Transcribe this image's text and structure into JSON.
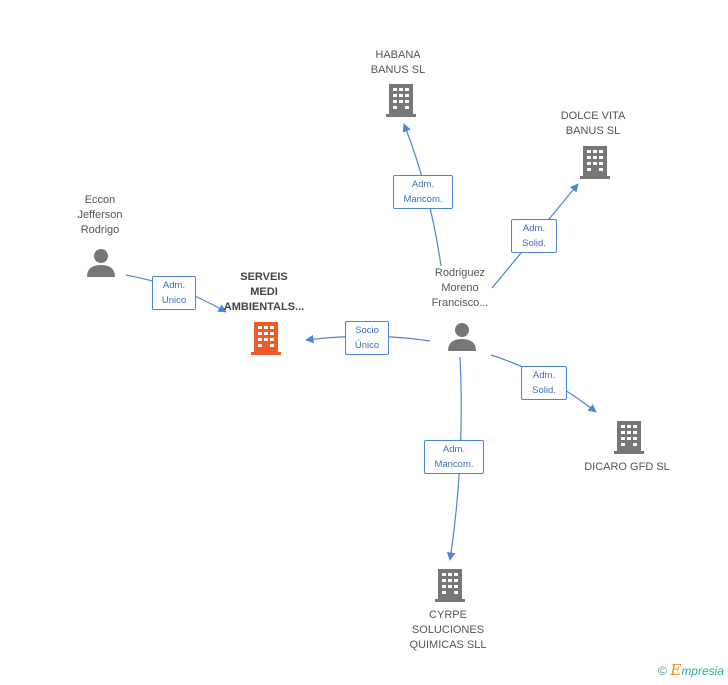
{
  "nodes": {
    "habana": {
      "label": "HABANA\nBANUS SL"
    },
    "dolce": {
      "label": "DOLCE VITA\nBANUS SL"
    },
    "eccon": {
      "label": "Eccon\nJefferson\nRodrigo"
    },
    "serveis": {
      "label": "SERVEIS\nMEDI\nAMBIENTALS..."
    },
    "rodriguez": {
      "label": "Rodriguez\nMoreno\nFrancisco..."
    },
    "dicaro": {
      "label": "DICARO GFD  SL"
    },
    "cyrpe": {
      "label": "CYRPE\nSOLUCIONES\nQUIMICAS SLL"
    }
  },
  "edges": {
    "to_habana": {
      "label": "Adm.\nMancom."
    },
    "to_dolce": {
      "label": "Adm.\nSolid."
    },
    "eccon_serveis": {
      "label": "Adm.\nUnico"
    },
    "to_serveis": {
      "label": "Socio\nÚnico"
    },
    "to_dicaro": {
      "label": "Adm.\nSolid."
    },
    "to_cyrpe": {
      "label": "Adm.\nMancom."
    }
  },
  "footer": {
    "copyright": "©",
    "e": "E",
    "brand": "mpresia"
  },
  "colors": {
    "edge": "#4a86d4",
    "company": "#777777",
    "focus": "#f05a28",
    "person": "#777777"
  }
}
